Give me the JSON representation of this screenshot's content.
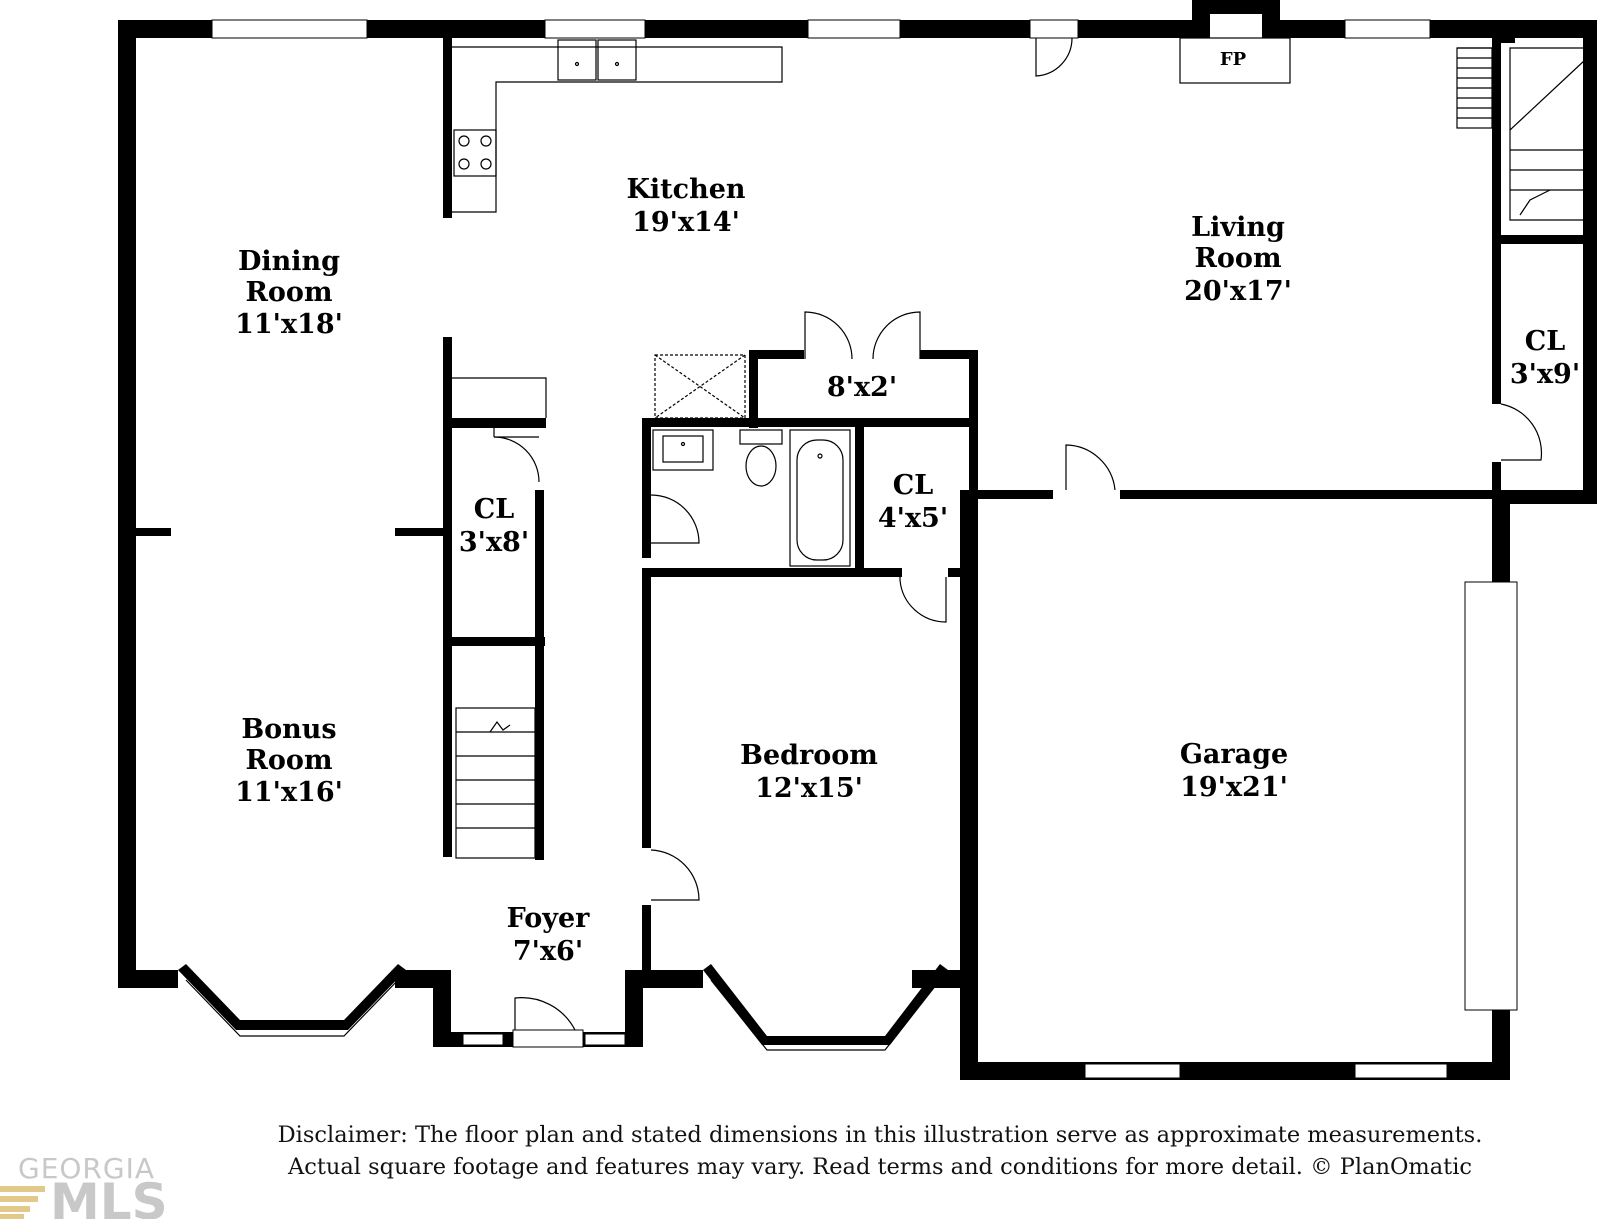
{
  "rooms": {
    "kitchen": {
      "name": "Kitchen",
      "dims": "19'x14'"
    },
    "living": {
      "name1": "Living",
      "name2": "Room",
      "dims": "20'x17'"
    },
    "dining": {
      "name1": "Dining",
      "name2": "Room",
      "dims": "11'x18'"
    },
    "bonus": {
      "name1": "Bonus",
      "name2": "Room",
      "dims": "11'x16'"
    },
    "closet_hall": {
      "name": "CL",
      "dims": "3'x8'"
    },
    "closet_bath": {
      "name": "CL",
      "dims": "4'x5'"
    },
    "closet_living": {
      "name": "CL",
      "dims": "3'x9'"
    },
    "pantry": {
      "dims": "8'x2'"
    },
    "bedroom": {
      "name": "Bedroom",
      "dims": "12'x15'"
    },
    "garage": {
      "name": "Garage",
      "dims": "19'x21'"
    },
    "foyer": {
      "name": "Foyer",
      "dims": "7'x6'"
    },
    "fireplace": {
      "name": "FP"
    }
  },
  "disclaimer": {
    "line1": "Disclaimer: The floor plan and stated dimensions in this illustration serve as approximate measurements.",
    "line2": "Actual square footage and features may vary. Read terms and conditions for more detail. © PlanOmatic"
  },
  "logo": {
    "top": "GEORGIA",
    "bottom": "MLS"
  }
}
